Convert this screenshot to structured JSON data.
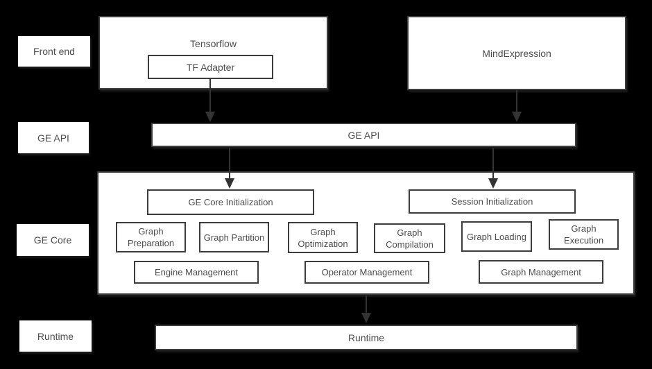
{
  "side_labels": {
    "front_end": "Front end",
    "ge_api": "GE API",
    "ge_core": "GE Core",
    "runtime": "Runtime"
  },
  "front_end": {
    "tensorflow": "Tensorflow",
    "tf_adapter": "TF Adapter",
    "mindexpression": "MindExpression"
  },
  "ge_api": {
    "bar": "GE API"
  },
  "ge_core": {
    "init": "GE Core Initialization",
    "session": "Session Initialization",
    "modules": [
      "Graph Preparation",
      "Graph Partition",
      "Graph Optimization",
      "Graph Compilation",
      "Graph Loading",
      "Graph Execution"
    ],
    "management": [
      "Engine Management",
      "Operator Management",
      "Graph Management"
    ]
  },
  "runtime": {
    "bar": "Runtime"
  },
  "colors": {
    "background": "#000000",
    "box_fill": "#ffffff",
    "box_border": "#3c3c3c",
    "text": "#4c4c4c",
    "arrow": "#333333"
  }
}
